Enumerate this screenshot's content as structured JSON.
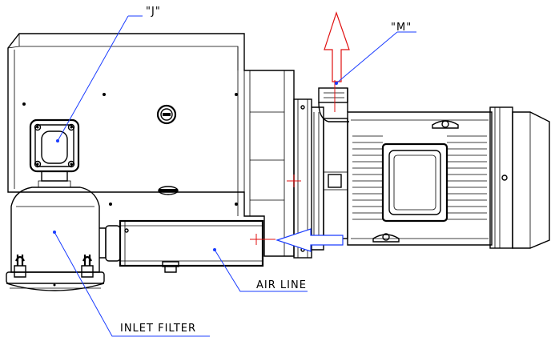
{
  "labels": {
    "j": "\"J\"",
    "m": "\"M\"",
    "air_line": "AIR LINE",
    "inlet_filter": "INLET FILTER"
  },
  "colors": {
    "leader": "#1a3cff",
    "flow_arrow": "#e01010",
    "air_arrow": "#1a3cff",
    "linework": "#000000"
  }
}
